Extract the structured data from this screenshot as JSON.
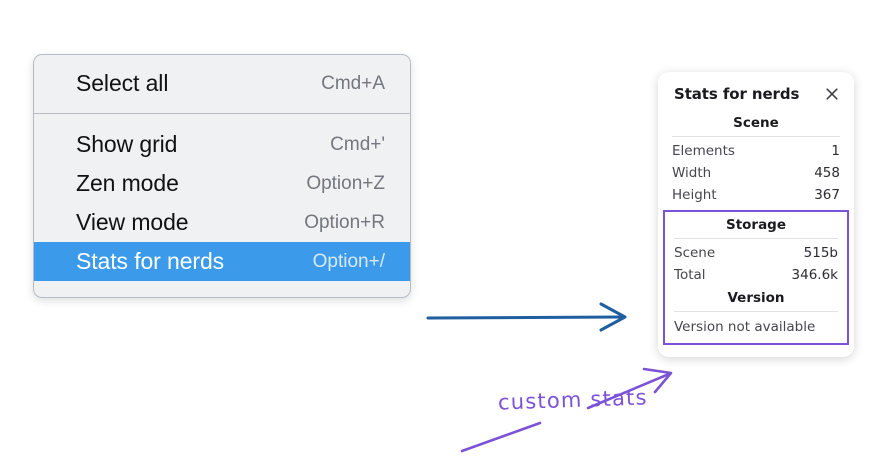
{
  "context_menu": {
    "groups": [
      {
        "items": [
          {
            "label": "Select all",
            "shortcut": "Cmd+A",
            "selected": false
          }
        ]
      },
      {
        "items": [
          {
            "label": "Show grid",
            "shortcut": "Cmd+'",
            "selected": false
          },
          {
            "label": "Zen mode",
            "shortcut": "Option+Z",
            "selected": false
          },
          {
            "label": "View mode",
            "shortcut": "Option+R",
            "selected": false
          },
          {
            "label": "Stats for nerds",
            "shortcut": "Option+/",
            "selected": true
          }
        ]
      }
    ],
    "highlight_color": "#3b9bea"
  },
  "stats_panel": {
    "title": "Stats for nerds",
    "close_icon": "close-icon",
    "scene": {
      "heading": "Scene",
      "rows": [
        {
          "key": "Elements",
          "value": "1"
        },
        {
          "key": "Width",
          "value": "458"
        },
        {
          "key": "Height",
          "value": "367"
        }
      ]
    },
    "storage": {
      "heading": "Storage",
      "rows": [
        {
          "key": "Scene",
          "value": "515b"
        },
        {
          "key": "Total",
          "value": "346.6k"
        }
      ]
    },
    "version": {
      "heading": "Version",
      "text": "Version not available"
    },
    "highlight_border_color": "#7c52d6"
  },
  "annotations": {
    "handwritten_note": "custom stats",
    "note_color": "#7c52d6",
    "blue_arrow_color": "#1f5fa0"
  }
}
